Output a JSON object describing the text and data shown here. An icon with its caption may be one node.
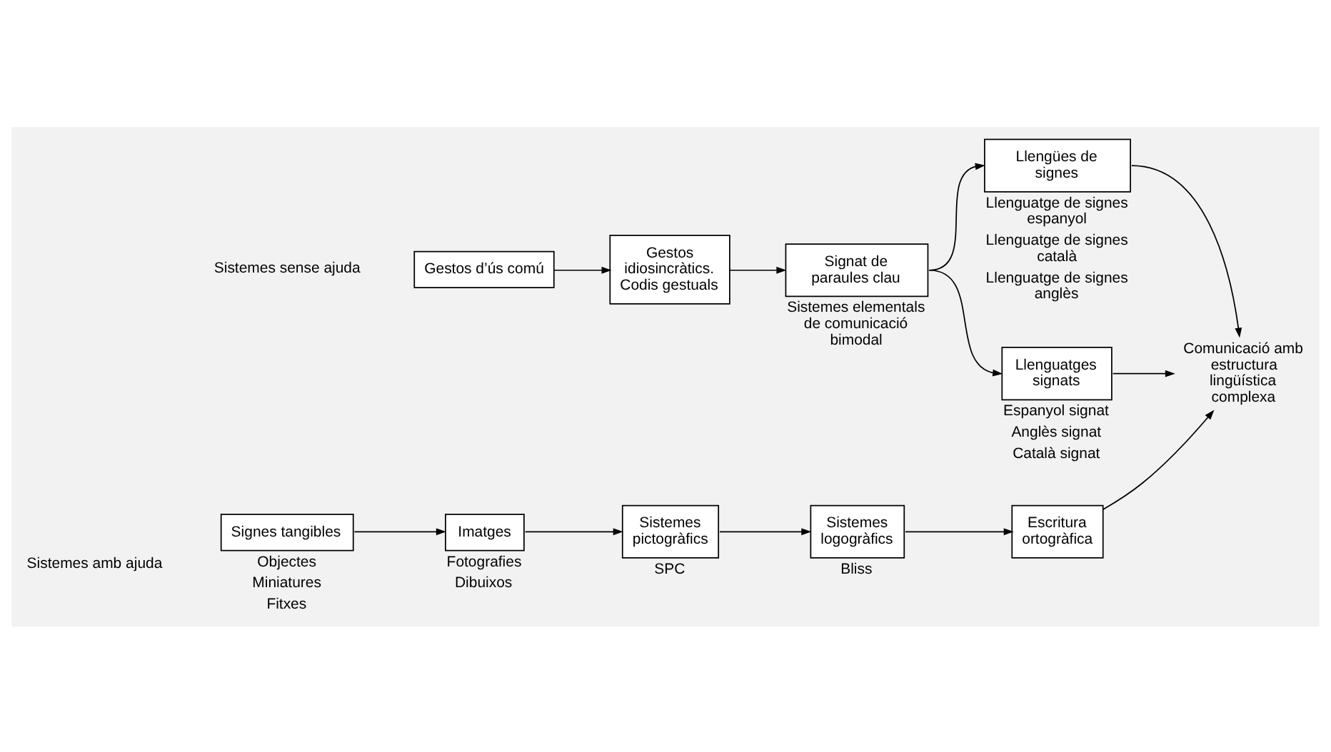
{
  "diagram": {
    "nodes": [
      {
        "text": [
          "Gestos d’ús comú"
        ]
      },
      {
        "text": [
          "Gestos idiosincràtics. Codis gestuals"
        ]
      },
      {
        "text": [
          "Signat de paraules clau"
        ],
        "beside": [
          "Sistemes elementals de comunicació bimodal"
        ]
      },
      {
        "text": [
          "Llengües de signes"
        ],
        "beside": [
          "Llenguatge de signes espanyol",
          "Llenguatge de signes català",
          "Llenguatge de signes anglès"
        ]
      },
      {
        "text": [
          "Llenguatges signats"
        ],
        "beside": [
          "Espanyol signat",
          "Anglès signat",
          "Català signat"
        ]
      },
      {
        "text": [
          "Comunicació amb estructura lingüística complexa"
        ]
      },
      {
        "text": [
          "Signes tangibles"
        ],
        "beside": [
          "Objectes",
          "Miniatures",
          "Fitxes"
        ]
      },
      {
        "text": [
          "Imatges"
        ],
        "beside": [
          "Fotografies",
          "Dibuixos"
        ]
      },
      {
        "text": [
          "Sistemes pictogràfics"
        ],
        "beside": [
          "SPC"
        ]
      },
      {
        "text": [
          "Sistemes logogràfics"
        ],
        "beside": [
          "Bliss"
        ]
      },
      {
        "text": [
          "Escritura ortogràfica"
        ]
      }
    ],
    "edges": [
      {
        "from": 0,
        "to": 1,
        "arrow": "to"
      },
      {
        "from": 1,
        "to": 2,
        "arrow": "to"
      },
      {
        "from": 2,
        "to": 3,
        "arrow": "to"
      },
      {
        "from": 2,
        "to": 4,
        "arrow": "to"
      },
      {
        "from": 3,
        "to": 5,
        "arrow": "to"
      },
      {
        "from": 4,
        "to": 5,
        "arrow": "to"
      },
      {
        "from": 6,
        "to": 7,
        "arrow": "to"
      },
      {
        "from": 7,
        "to": 8,
        "arrow": "to"
      },
      {
        "from": 8,
        "to": 9,
        "arrow": "to"
      },
      {
        "from": 9,
        "to": 10,
        "arrow": "to"
      },
      {
        "from": 10,
        "to": 5,
        "arrow": "to"
      }
    ],
    "labels": [
      "Sistemes sense ajuda",
      "Sistemes amb ajuda"
    ]
  }
}
